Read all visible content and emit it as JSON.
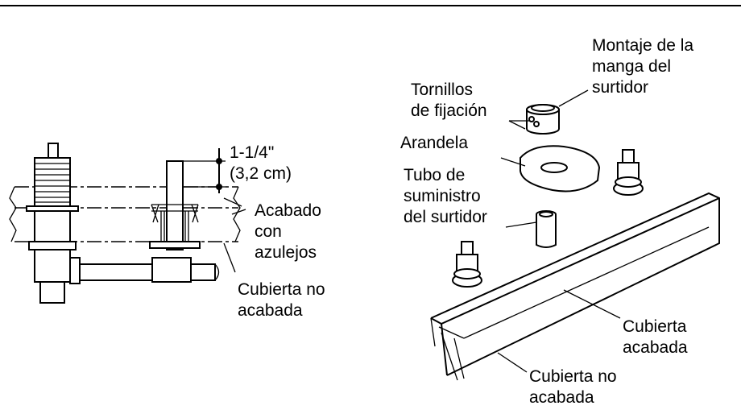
{
  "left": {
    "dimension_line1": "1-1/4\"",
    "dimension_line2": "(3,2 cm)",
    "finish_label": [
      "Acabado",
      "con",
      "azulejos"
    ],
    "unfinished_label": [
      "Cubierta no",
      "acabada"
    ]
  },
  "right": {
    "spout_sleeve_label": [
      "Montaje de la",
      "manga del",
      "surtidor"
    ],
    "set_screws_label": [
      "Tornillos",
      "de fijación"
    ],
    "washer_label": "Arandela",
    "supply_tube_label": [
      "Tubo de",
      "suministro",
      "del surtidor"
    ],
    "finished_deck_label": [
      "Cubierta",
      "acabada"
    ],
    "unfinished_deck_label": [
      "Cubierta no",
      "acabada"
    ]
  }
}
